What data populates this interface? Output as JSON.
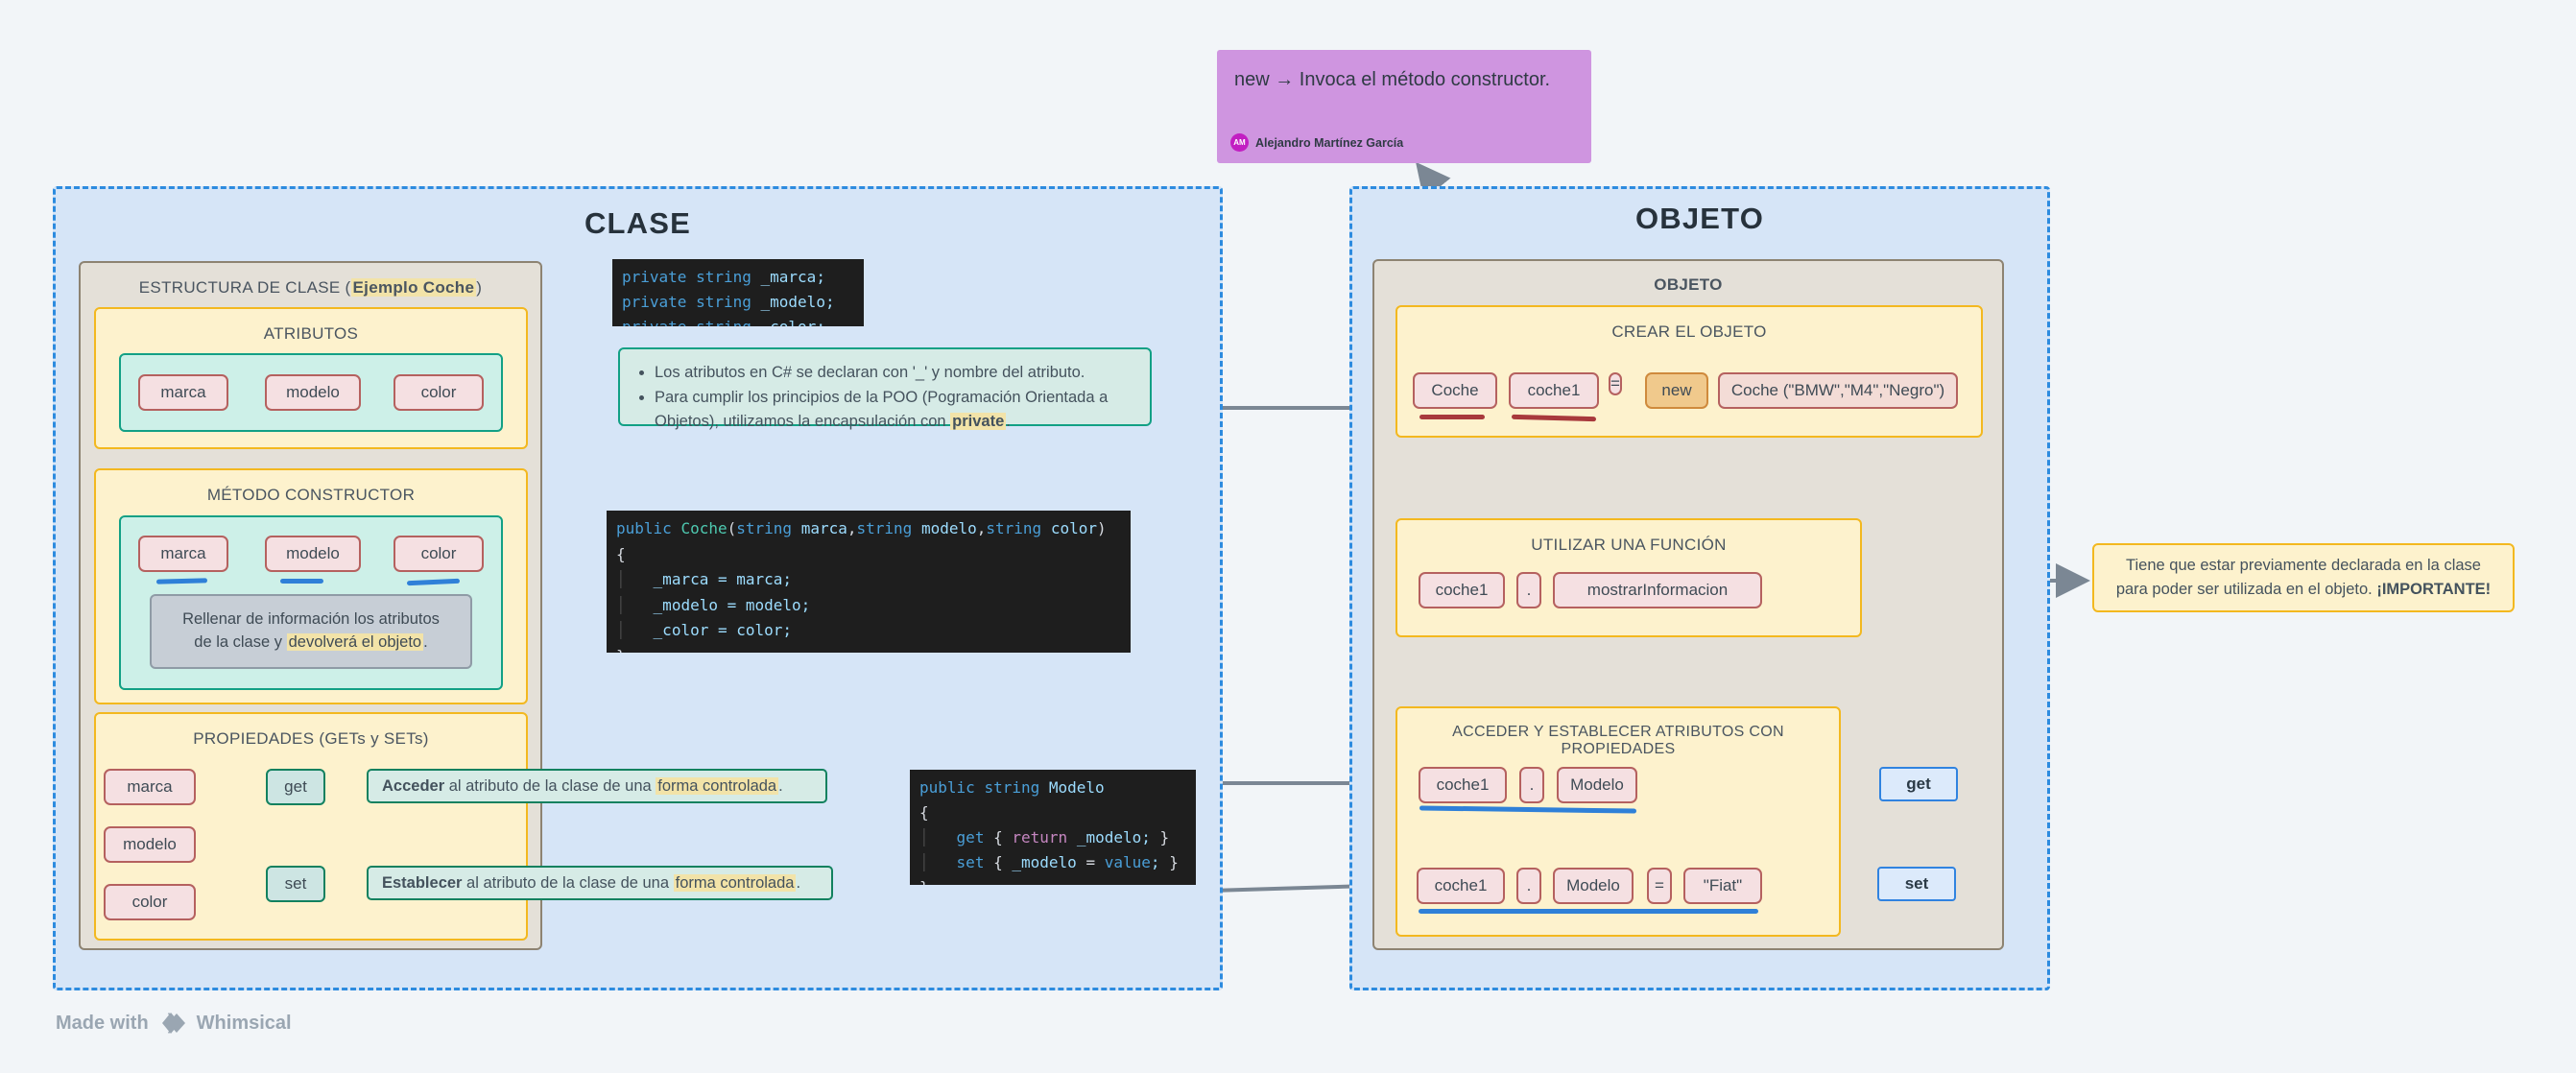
{
  "panels": {
    "clase": {
      "title": "CLASE"
    },
    "objeto": {
      "title": "OBJETO"
    }
  },
  "sticky": {
    "text": "new → Invoca el método constructor.",
    "author": "Alejandro Martínez García",
    "avatar_initials": "AM",
    "color": "#cf95e0"
  },
  "clase": {
    "card_title_prefix": "ESTRUCTURA DE CLASE (",
    "card_title_highlight": "Ejemplo Coche",
    "card_title_suffix": ")",
    "atributos": {
      "title": "ATRIBUTOS",
      "pills": [
        "marca",
        "modelo",
        "color"
      ]
    },
    "constructor": {
      "title": "MÉTODO CONSTRUCTOR",
      "pills": [
        "marca",
        "modelo",
        "color"
      ],
      "note_line1": "Rellenar de información los atributos",
      "note_line2_prefix": "de la clase y ",
      "note_line2_highlight": "devolverá el objeto",
      "note_line2_suffix": "."
    },
    "propiedades": {
      "title": "PROPIEDADES (GETs y SETs)",
      "attr_pills": [
        "marca",
        "modelo",
        "color"
      ],
      "get_label": "get",
      "set_label": "set",
      "get_note_bold": "Acceder",
      "get_note_mid": " al atributo de la clase de una ",
      "get_note_mark": "forma controlada",
      "get_note_end": ".",
      "set_note_bold": "Establecer",
      "set_note_mid": " al atributo de la clase de una ",
      "set_note_mark": "forma controlada",
      "set_note_end": "."
    }
  },
  "code": {
    "attributes": [
      {
        "kw": "private",
        "ty": "string",
        "name": "_marca;"
      },
      {
        "kw": "private",
        "ty": "string",
        "name": "_modelo;"
      },
      {
        "kw": "private",
        "ty": "string",
        "name": "_color;"
      }
    ],
    "constructor_signature": "public Coche(string marca,string modelo,string color)",
    "constructor_body": [
      "_marca = marca;",
      "_modelo = modelo;",
      "_color = color;"
    ],
    "property_signature": "public string Modelo",
    "property_get": "get { return _modelo; }",
    "property_set": "set { _modelo = value; }"
  },
  "notes": {
    "attributes_bullet1": "Los atributos en C# se declaran con '_' y nombre del atributo.",
    "attributes_bullet2_pre": "Para cumplir los principios de la POO (Pogramación Orientada a Objetos), utilizamos la encapsulación con ",
    "attributes_bullet2_mark": "private",
    "attributes_bullet2_post": ".",
    "importante_line1": "Tiene que estar previamente declarada en la clase",
    "importante_line2_pre": "para poder ser utilizada en el objeto. ",
    "importante_line2_bold": "¡IMPORTANTE!"
  },
  "objeto": {
    "card_title": "OBJETO",
    "crear": {
      "title": "CREAR EL OBJETO",
      "pills": [
        "Coche",
        "coche1",
        "=",
        "new",
        "Coche  (\"BMW\",\"M4\",\"Negro\")"
      ]
    },
    "funcion": {
      "title": "UTILIZAR UNA FUNCIÓN",
      "pills": [
        "coche1",
        ".",
        "mostrarInformacion"
      ]
    },
    "propiedades": {
      "title": "ACCEDER Y ESTABLECER ATRIBUTOS CON PROPIEDADES",
      "row_get": [
        "coche1",
        ".",
        "Modelo"
      ],
      "row_set": [
        "coche1",
        ".",
        "Modelo",
        "=",
        "\"Fiat\""
      ],
      "get_badge": "get",
      "set_badge": "set"
    }
  },
  "footer": {
    "made_with": "Made with",
    "brand": "Whimsical"
  },
  "colors": {
    "panel_bg": "#d6e5f7",
    "panel_border": "#2d8bdf",
    "grey_card": "#e4e0d8",
    "yellow_bg": "#fdf2cd",
    "yellow_border": "#f3b81f",
    "mint_bg": "#cdf0e8",
    "mint_border": "#12a085",
    "pill_bg": "#f5e0e2",
    "pill_border": "#b5615f",
    "code_bg": "#1e1e1e",
    "connector": "#7b8794",
    "highlight_ellipse": "#f7d98a"
  }
}
